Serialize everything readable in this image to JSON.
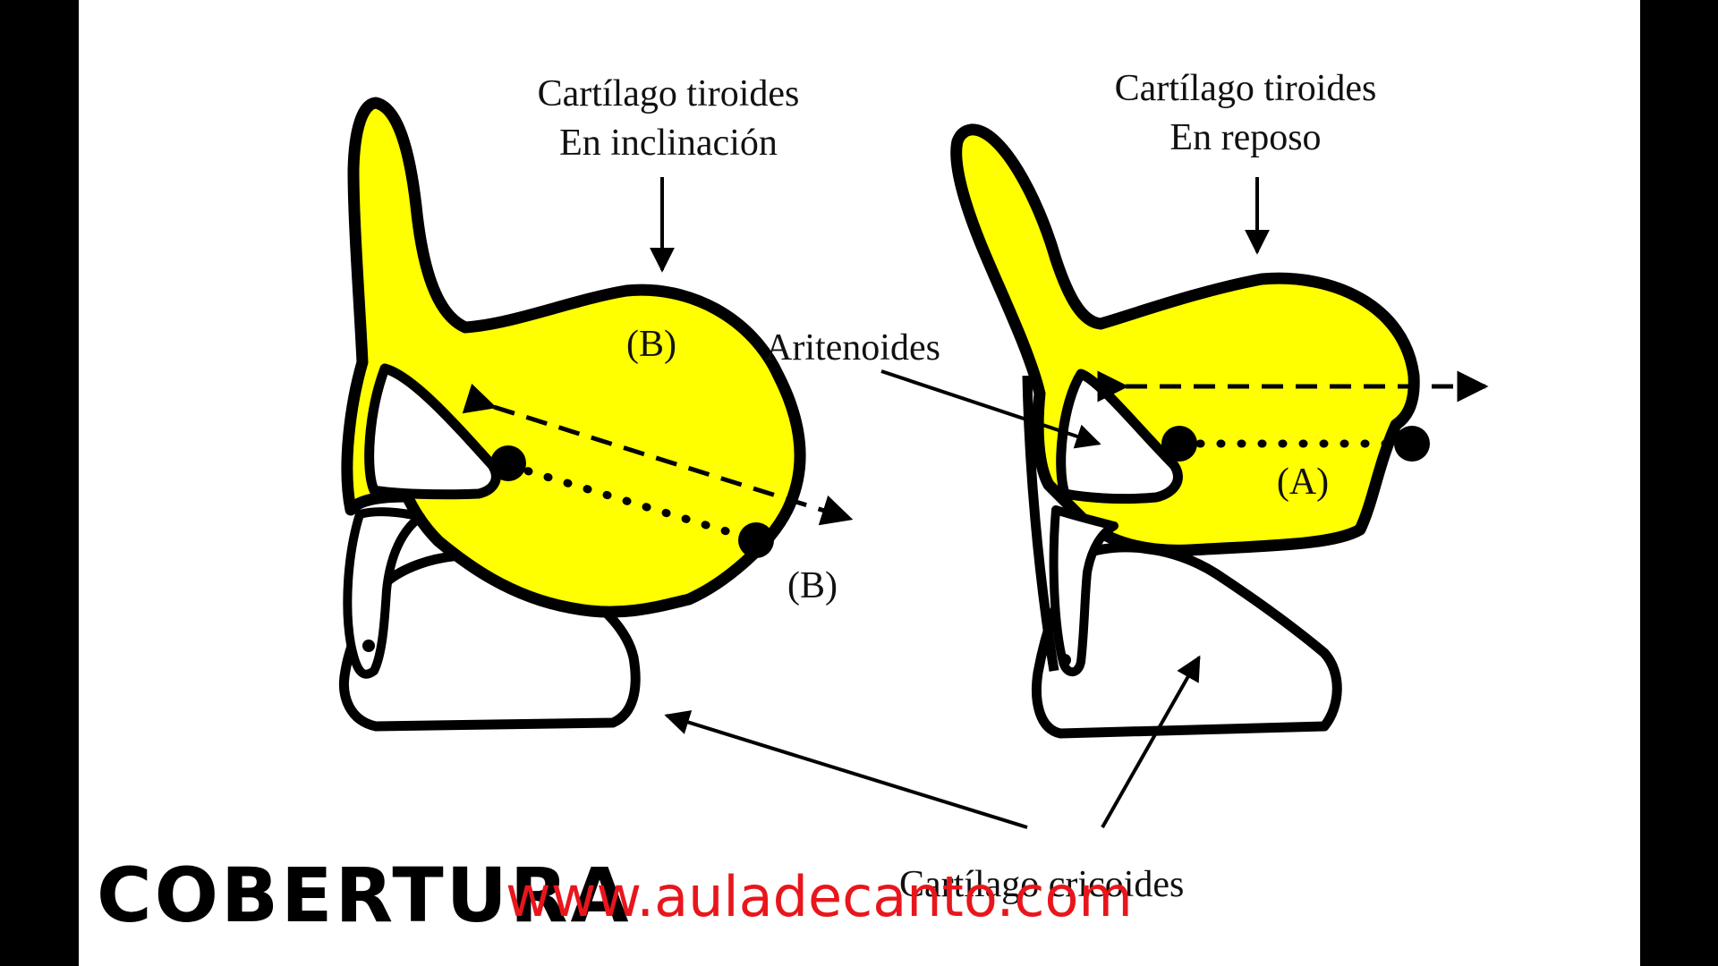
{
  "slide": {
    "title": "COBERTURA",
    "watermark": "www.auladecanto.com"
  },
  "diagram": {
    "left_panel": {
      "header_line1": "Cartílago tiroides",
      "header_line2": "En inclinación",
      "label_top": "(B)",
      "label_bottom": "(B)"
    },
    "right_panel": {
      "header_line1": "Cartílago tiroides",
      "header_line2": "En reposo",
      "label_center": "(A)"
    },
    "label_arytenoid": "Aritenoides",
    "label_cricoid": "Cartílago cricoides"
  },
  "colors": {
    "thyroid_fill": "#ffff00",
    "outline": "#000000",
    "watermark": "#e8161c",
    "frame": "#000000"
  }
}
